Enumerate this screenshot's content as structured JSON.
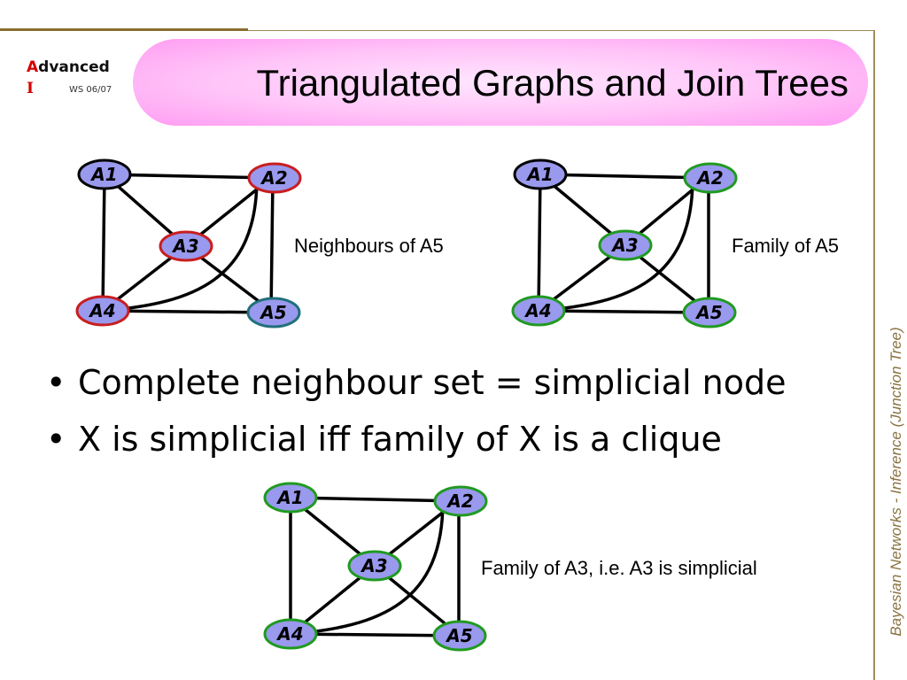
{
  "header": {
    "logo_line1_a": "A",
    "logo_line1_rest": "dvanced",
    "logo_line2": "I",
    "logo_sub": "WS 06/07",
    "title": "Triangulated Graphs and Join Trees"
  },
  "colors": {
    "node_fill": "#9999ee",
    "red_outline": "#c81e1e",
    "green_outline": "#209a20",
    "teal_outline": "#20707a",
    "edge": "#000000",
    "title_banner": "#ffb0f4",
    "accent_red": "#d40000"
  },
  "graphs": [
    {
      "caption": "Neighbours of A5",
      "nodes": [
        {
          "label": "A1",
          "outline": "#000000"
        },
        {
          "label": "A2",
          "outline": "#c81e1e"
        },
        {
          "label": "A3",
          "outline": "#c81e1e"
        },
        {
          "label": "A4",
          "outline": "#c81e1e"
        },
        {
          "label": "A5",
          "outline": "#20707a"
        }
      ]
    },
    {
      "caption": "Family of A5",
      "nodes": [
        {
          "label": "A1",
          "outline": "#000000"
        },
        {
          "label": "A2",
          "outline": "#209a20"
        },
        {
          "label": "A3",
          "outline": "#209a20"
        },
        {
          "label": "A4",
          "outline": "#209a20"
        },
        {
          "label": "A5",
          "outline": "#209a20"
        }
      ]
    },
    {
      "caption": "Family of A3, i.e. A3 is simplicial",
      "nodes": [
        {
          "label": "A1",
          "outline": "#209a20"
        },
        {
          "label": "A2",
          "outline": "#209a20"
        },
        {
          "label": "A3",
          "outline": "#209a20"
        },
        {
          "label": "A4",
          "outline": "#209a20"
        },
        {
          "label": "A5",
          "outline": "#209a20"
        }
      ]
    }
  ],
  "bullets": [
    {
      "marker": "•",
      "text": "Complete neighbour set = simplicial node"
    },
    {
      "marker": "•",
      "text": "X is simplicial iff family of X is a clique"
    }
  ],
  "side_text": "Bayesian Networks  - Inference (Junction Tree)"
}
